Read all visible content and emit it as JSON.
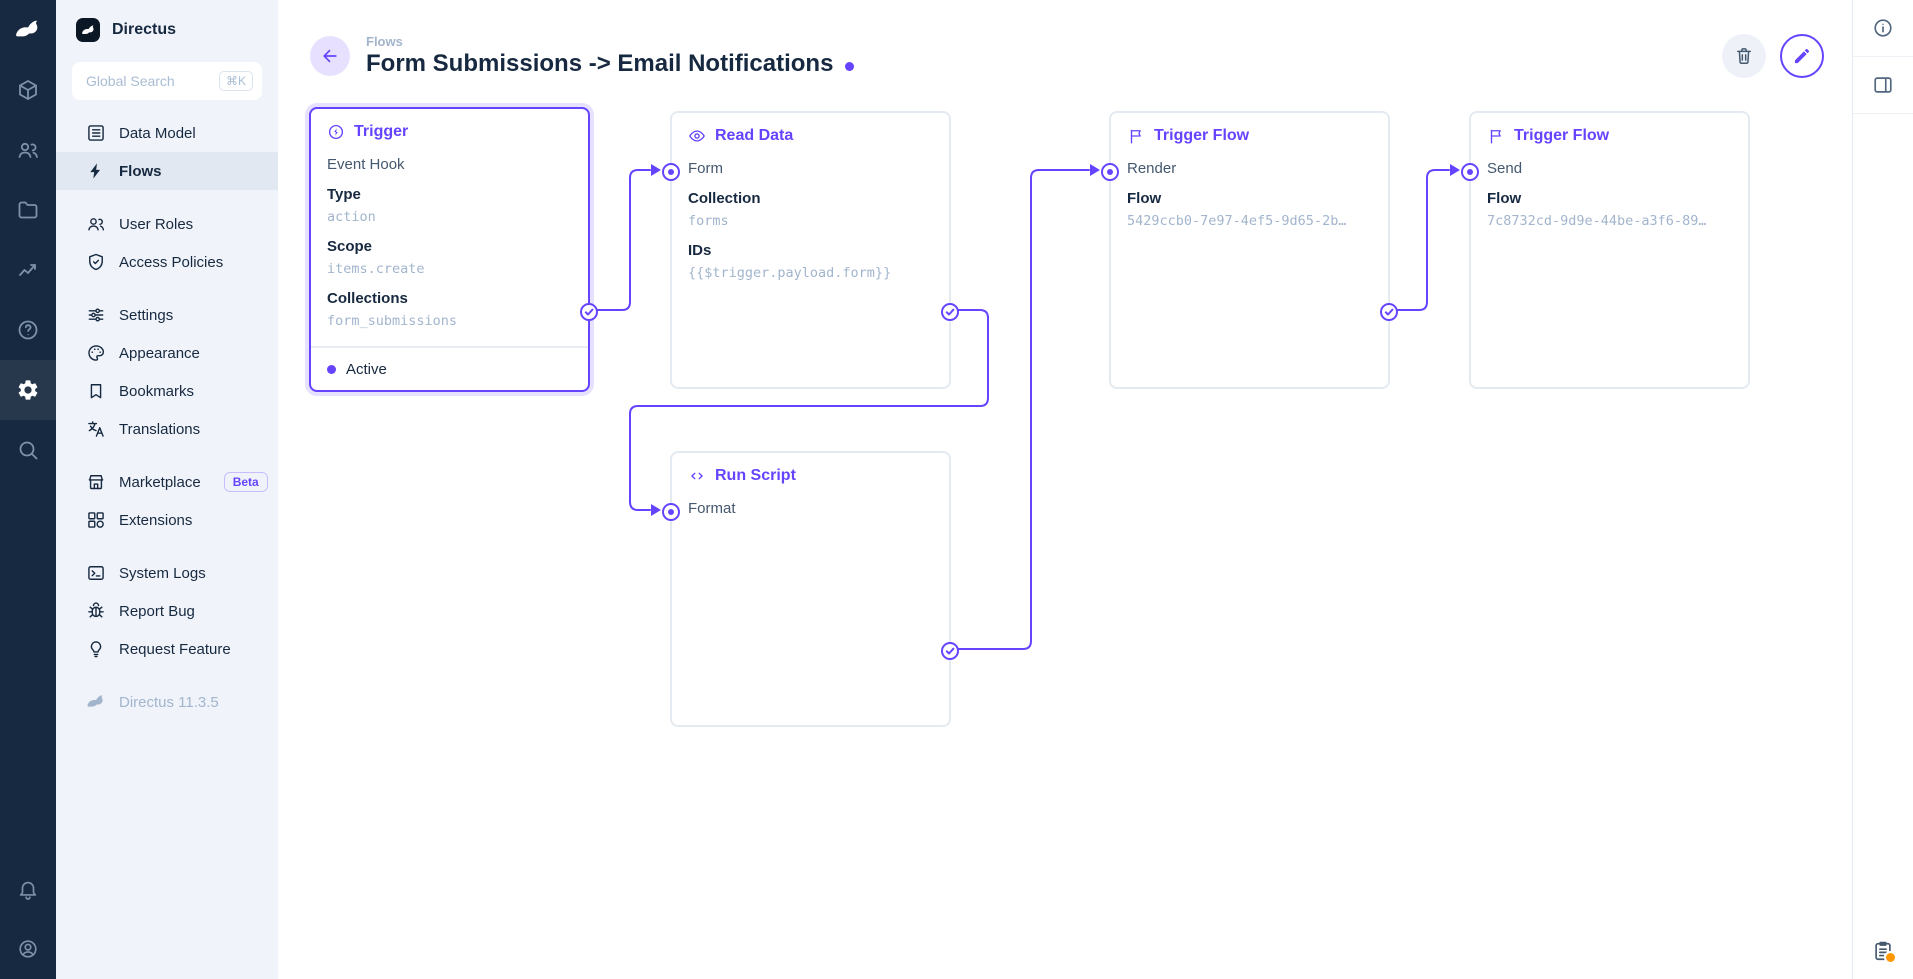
{
  "colors": {
    "accent": "#6644ff",
    "module_bar_background": "#172940",
    "sidebar_background": "#f0f4fa",
    "notice_dot": "#ff9800"
  },
  "module_bar": {
    "logo_icon": "directus-rabbit-logo",
    "modules": [
      {
        "icon": "content-module-box-icon"
      },
      {
        "icon": "users-module-icon"
      },
      {
        "icon": "files-module-folder-icon"
      },
      {
        "icon": "insights-module-chart-icon"
      },
      {
        "icon": "help-module-icon"
      },
      {
        "icon": "settings-module-gear-icon",
        "active": true
      },
      {
        "icon": "search-module-icon"
      }
    ],
    "bottom": [
      {
        "icon": "notifications-bell-icon"
      },
      {
        "icon": "user-avatar-icon"
      }
    ]
  },
  "sidebar": {
    "project_name": "Directus",
    "search": {
      "placeholder": "Global Search",
      "shortcut": "⌘K"
    },
    "groups": [
      {
        "items": [
          {
            "label": "Data Model",
            "icon": "data-model-icon"
          },
          {
            "label": "Flows",
            "icon": "flows-bolt-icon",
            "active": true
          }
        ]
      },
      {
        "items": [
          {
            "label": "User Roles",
            "icon": "user-roles-icon"
          },
          {
            "label": "Access Policies",
            "icon": "access-policies-shield-icon"
          }
        ]
      },
      {
        "items": [
          {
            "label": "Settings",
            "icon": "settings-tune-icon"
          },
          {
            "label": "Appearance",
            "icon": "appearance-palette-icon"
          },
          {
            "label": "Bookmarks",
            "icon": "bookmarks-icon"
          },
          {
            "label": "Translations",
            "icon": "translations-icon"
          }
        ]
      },
      {
        "items": [
          {
            "label": "Marketplace",
            "icon": "marketplace-storefront-icon",
            "badge": "Beta"
          },
          {
            "label": "Extensions",
            "icon": "extensions-widgets-icon"
          }
        ]
      },
      {
        "items": [
          {
            "label": "System Logs",
            "icon": "system-logs-terminal-icon"
          },
          {
            "label": "Report Bug",
            "icon": "report-bug-icon"
          },
          {
            "label": "Request Feature",
            "icon": "request-feature-lightbulb-icon"
          }
        ]
      }
    ],
    "version": "Directus 11.3.5"
  },
  "header": {
    "breadcrumb": "Flows",
    "title": "Form Submissions -> Email Notifications",
    "actions": [
      "trash-icon",
      "pencil-icon"
    ]
  },
  "flow": {
    "nodes": {
      "trigger": {
        "title": "Trigger",
        "icon": "trigger-bolt-circle-icon",
        "subtitle": "Event Hook",
        "fields": [
          {
            "label": "Type",
            "value": "action"
          },
          {
            "label": "Scope",
            "value": "items.create"
          },
          {
            "label": "Collections",
            "value": "form_submissions"
          }
        ],
        "status": "Active"
      },
      "read_data": {
        "title": "Read Data",
        "icon": "eye-icon",
        "subtitle": "Form",
        "fields": [
          {
            "label": "Collection",
            "value": "forms"
          },
          {
            "label": "IDs",
            "value": "{{$trigger.payload.form}}"
          }
        ]
      },
      "trigger_flow_render": {
        "title": "Trigger Flow",
        "icon": "flag-icon",
        "subtitle": "Render",
        "fields": [
          {
            "label": "Flow",
            "value": "5429ccb0-7e97-4ef5-9d65-2b…"
          }
        ]
      },
      "trigger_flow_send": {
        "title": "Trigger Flow",
        "icon": "flag-icon",
        "subtitle": "Send",
        "fields": [
          {
            "label": "Flow",
            "value": "7c8732cd-9d9e-44be-a3f6-89…"
          }
        ]
      },
      "run_script": {
        "title": "Run Script",
        "icon": "code-icon",
        "subtitle": "Format",
        "fields": []
      }
    }
  },
  "right_sidebar": {
    "icons": [
      "info-icon",
      "layout-sidebar-icon",
      "notices-clipboard-icon"
    ]
  }
}
